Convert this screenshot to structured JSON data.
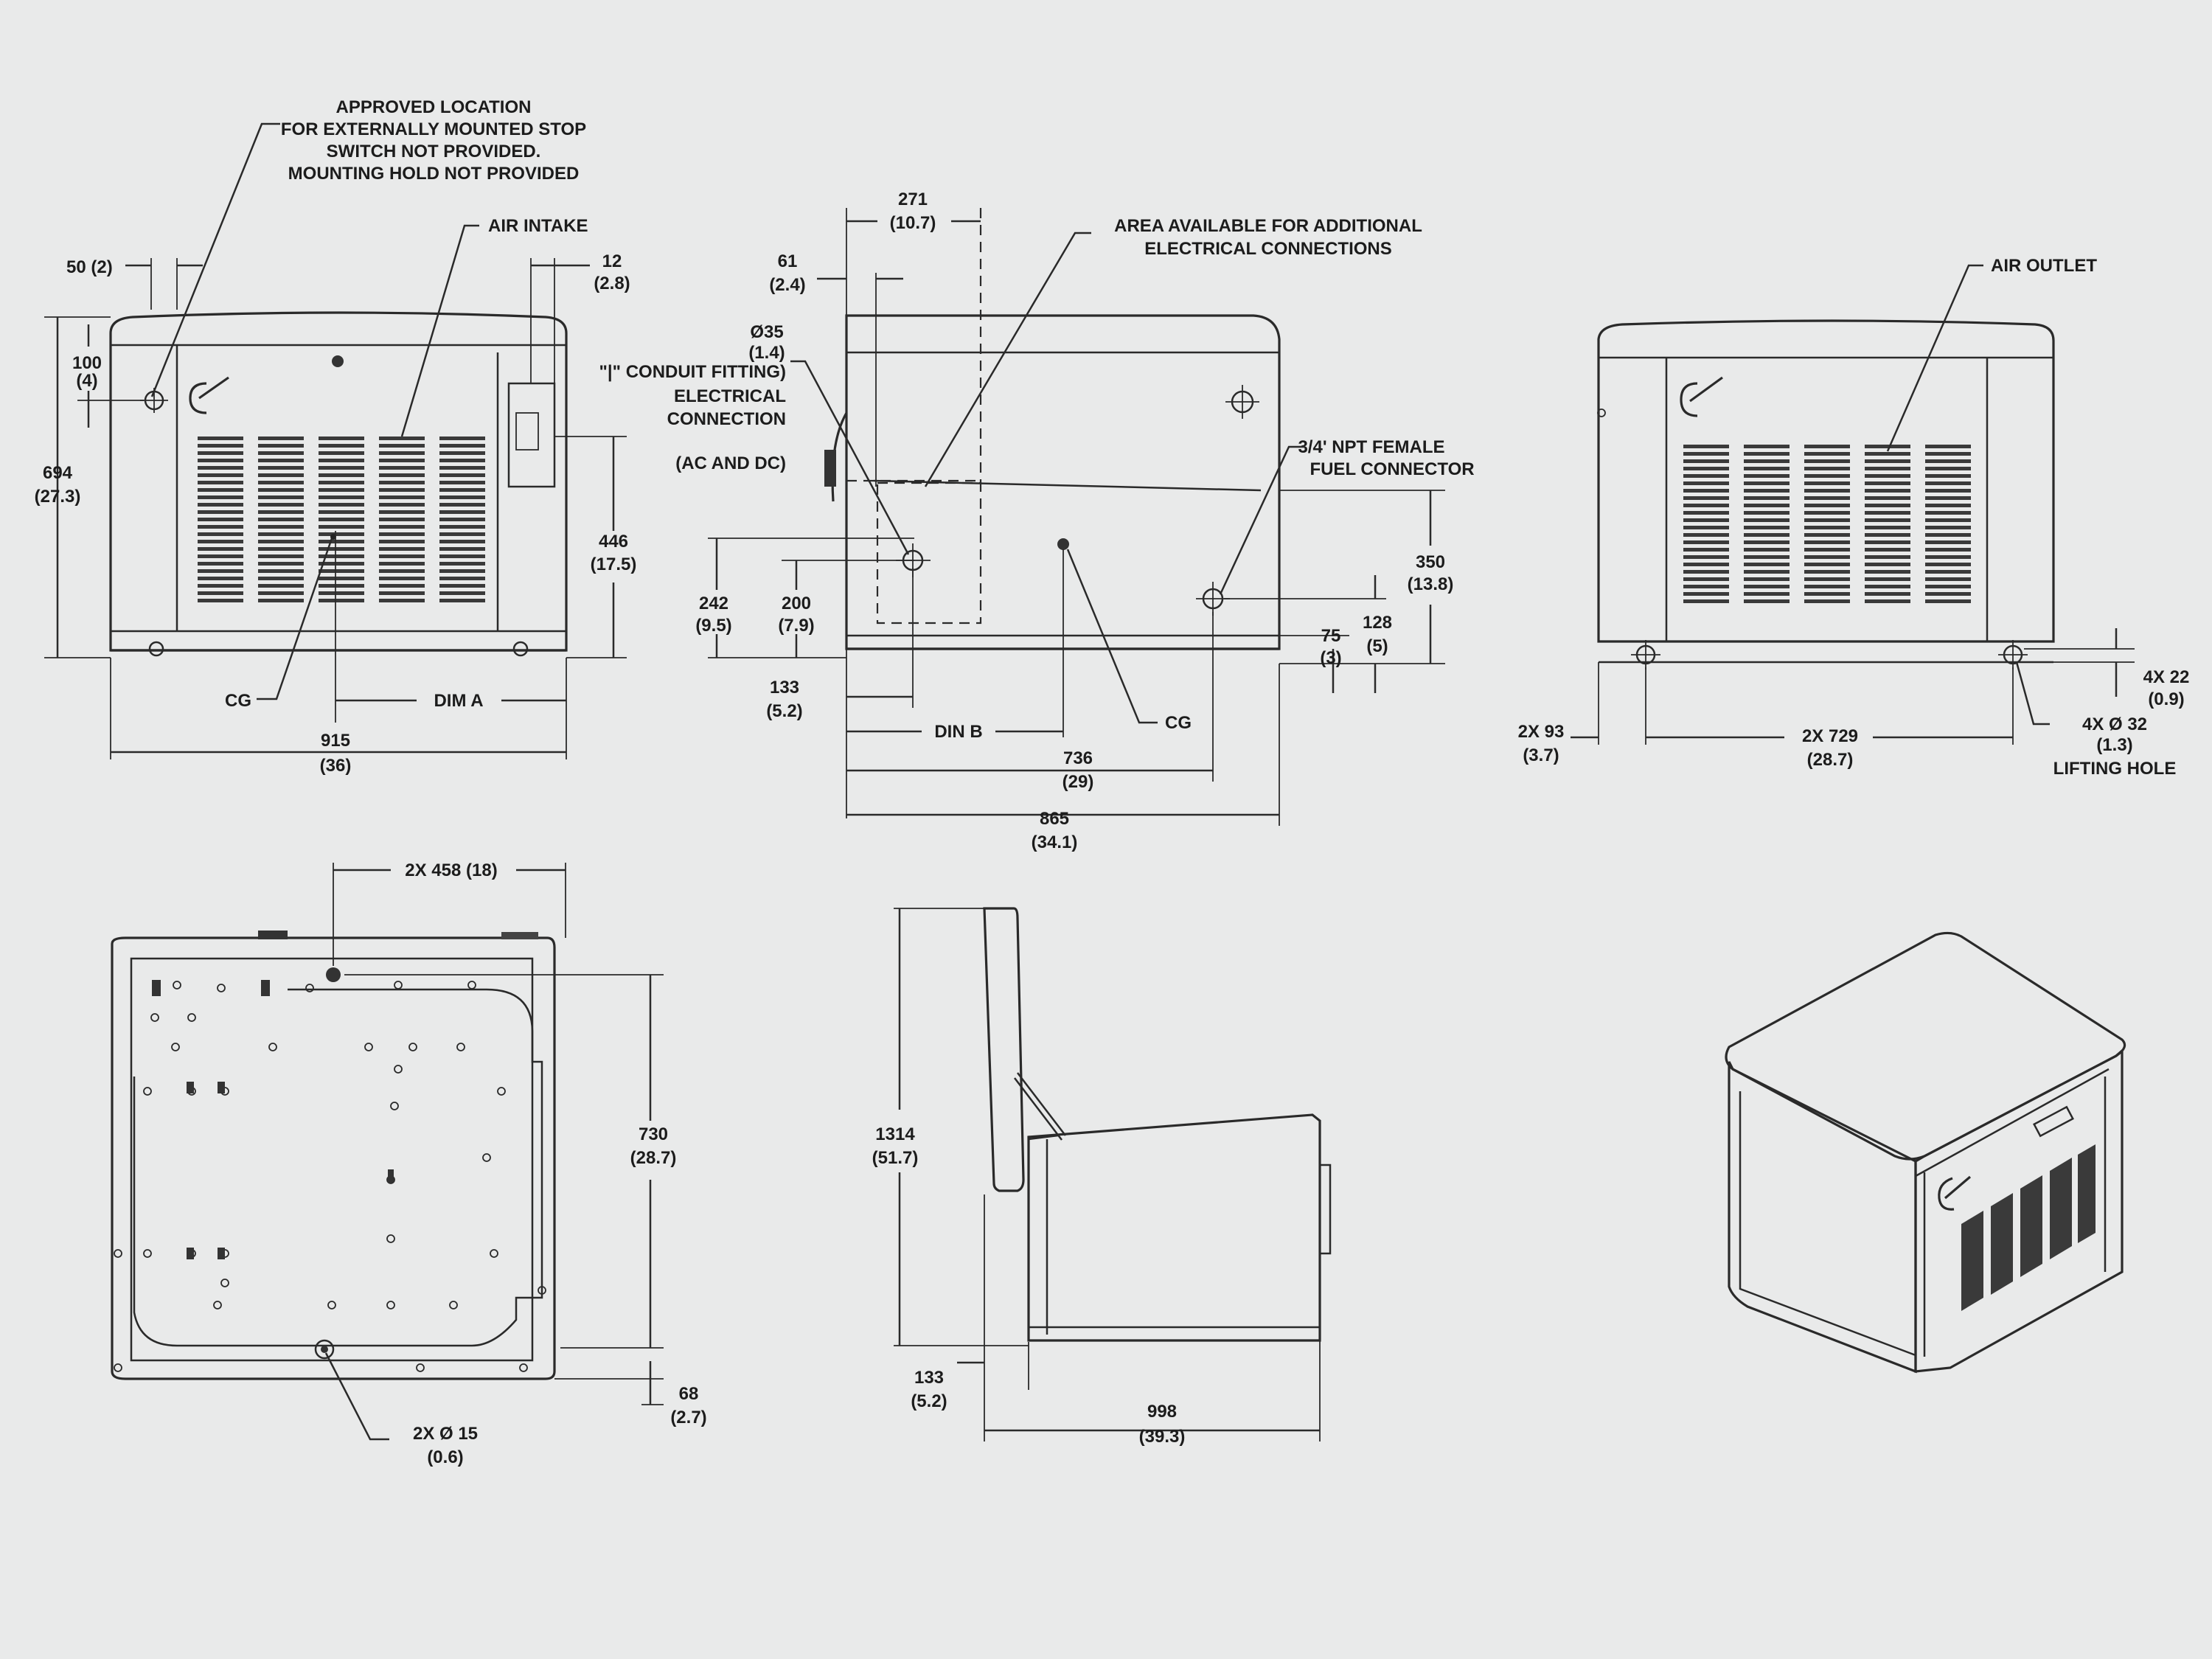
{
  "colors": {
    "paper": "#e9eaea",
    "ink": "#1c1c1c"
  },
  "front_view": {
    "note_lines": [
      "APPROVED LOCATION",
      "FOR EXTERNALLY MOUNTED STOP",
      "SWITCH NOT PROVIDED.",
      "MOUNTING HOLD NOT PROVIDED"
    ],
    "air_intake": "AIR INTAKE",
    "dim_50": "50 (2)",
    "dim_12": "12",
    "dim_12_in": "(2.8)",
    "dim_100": "100",
    "dim_100_in": "(4)",
    "dim_694": "694",
    "dim_694_in": "(27.3)",
    "dim_446": "446",
    "dim_446_in": "(17.5)",
    "cg": "CG",
    "dim_a": "DIM A",
    "dim_915": "915",
    "dim_915_in": "(36)"
  },
  "side_view": {
    "dim_271": "271",
    "dim_271_in": "(10.7)",
    "dim_61": "61",
    "dim_61_in": "(2.4)",
    "area_note": [
      "AREA AVAILABLE FOR ADDITIONAL",
      "ELECTRICAL CONNECTIONS"
    ],
    "dia_35": "Ø35",
    "dia_35_in": "(1.4)",
    "conduit": [
      "\"|\" CONDUIT FITTING)",
      "ELECTRICAL",
      "CONNECTION"
    ],
    "acdc": "(AC AND DC)",
    "fuel": [
      "3/4' NPT FEMALE",
      "FUEL CONNECTOR"
    ],
    "dim_350": "350",
    "dim_350_in": "(13.8)",
    "dim_242": "242",
    "dim_242_in": "(9.5)",
    "dim_200": "200",
    "dim_200_in": "(7.9)",
    "dim_75": "75",
    "dim_75_in": "(3)",
    "dim_128": "128",
    "dim_128_in": "(5)",
    "dim_133": "133",
    "dim_133_in": "(5.2)",
    "din_b": "DIN B",
    "cg": "CG",
    "dim_736": "736",
    "dim_736_in": "(29)",
    "dim_865": "865",
    "dim_865_in": "(34.1)"
  },
  "rear_view": {
    "air_outlet": "AIR OUTLET",
    "dim_4x22": "4X 22",
    "dim_4x22_in": "(0.9)",
    "dim_2x93": "2X 93",
    "dim_2x93_in": "(3.7)",
    "dim_2x729": "2X 729",
    "dim_2x729_in": "(28.7)",
    "dim_4x32": "4X  Ø 32",
    "dim_4x32_in": "(1.3)",
    "lifting": "LIFTING HOLE"
  },
  "top_view": {
    "dim_458": "2X 458 (18)",
    "dim_730": "730",
    "dim_730_in": "(28.7)",
    "dim_68": "68",
    "dim_68_in": "(2.7)",
    "dia_15": "2X  Ø 15",
    "dia_15_in": "(0.6)"
  },
  "open_view": {
    "dim_1314": "1314",
    "dim_1314_in": "(51.7)",
    "dim_133": "133",
    "dim_133_in": "(5.2)",
    "dim_998": "998",
    "dim_998_in": "(39.3)"
  }
}
